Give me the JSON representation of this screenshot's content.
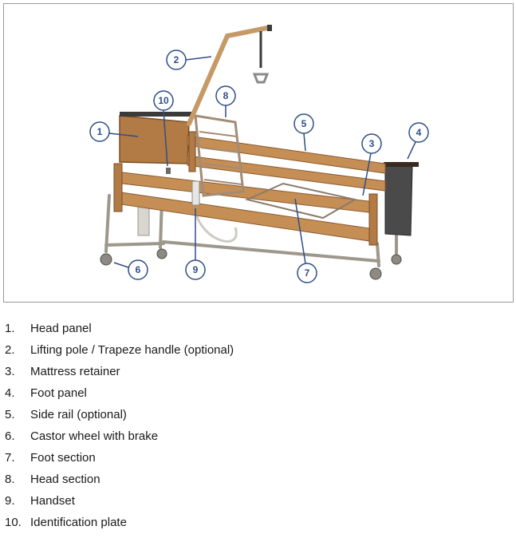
{
  "figure": {
    "callouts": [
      "1",
      "2",
      "3",
      "4",
      "5",
      "6",
      "7",
      "8",
      "9",
      "10"
    ],
    "colors": {
      "callout": "#2f4f86",
      "wood": "#b8844e",
      "wood_dark": "#8a5a2e",
      "metal": "#a8a39a",
      "border": "#9a9a9a"
    }
  },
  "legend": {
    "items": [
      {
        "number": "1.",
        "label": "Head panel"
      },
      {
        "number": "2.",
        "label": "Lifting pole / Trapeze handle (optional)"
      },
      {
        "number": "3.",
        "label": "Mattress retainer"
      },
      {
        "number": "4.",
        "label": "Foot panel"
      },
      {
        "number": "5.",
        "label": "Side rail (optional)"
      },
      {
        "number": "6.",
        "label": "Castor wheel with brake"
      },
      {
        "number": "7.",
        "label": "Foot section"
      },
      {
        "number": "8.",
        "label": "Head section"
      },
      {
        "number": "9.",
        "label": "Handset"
      },
      {
        "number": "10.",
        "label": "Identification plate"
      }
    ]
  }
}
